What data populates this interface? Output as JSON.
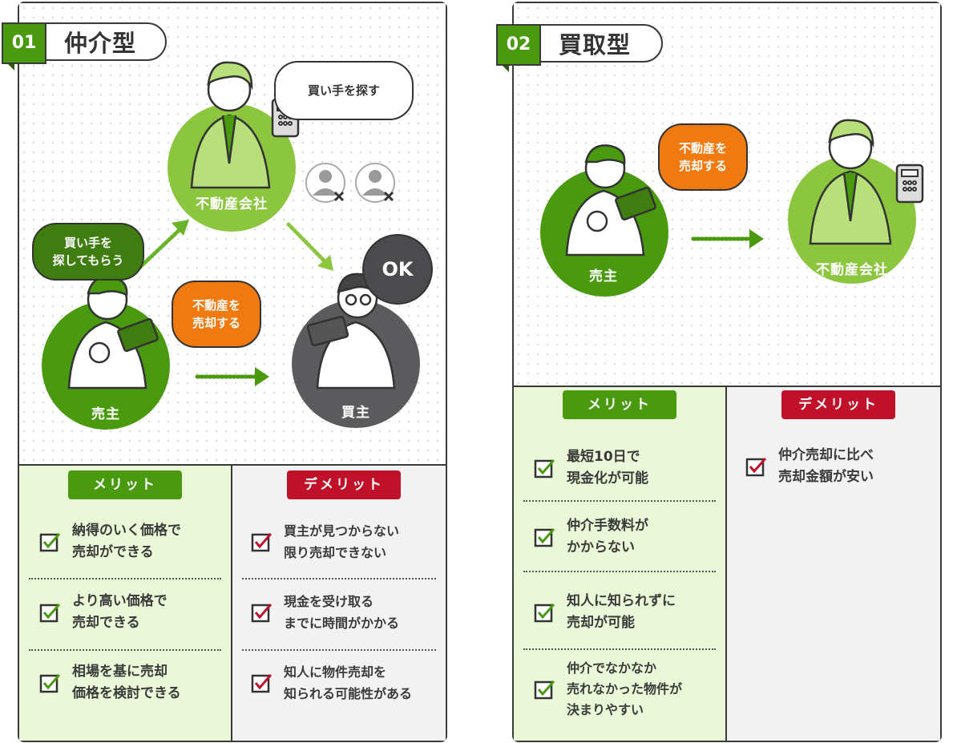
{
  "panel1": {
    "num": "01",
    "title": "仲介型",
    "bubble_search": "買い手を探す",
    "bubble_ask": "買い手を\n探してもらう",
    "bubble_sell": "不動産を\n売却する",
    "bubble_ok": "OK",
    "role_agency": "不動産会社",
    "role_seller": "売主",
    "role_buyer": "買主",
    "merit_label": "メリット",
    "demerit_label": "デメリット",
    "merits": [
      "納得のいく価格で\n売却ができる",
      "より高い価格で\n売却できる",
      "相場を基に売却\n価格を検討できる"
    ],
    "demerits": [
      "買主が見つからない\n限り売却できない",
      "現金を受け取る\nまでに時間がかかる",
      "知人に物件売却を\n知られる可能性がある"
    ]
  },
  "panel2": {
    "num": "02",
    "title": "買取型",
    "bubble_sell": "不動産を\n売却する",
    "role_seller": "売主",
    "role_agency": "不動産会社",
    "merit_label": "メリット",
    "demerit_label": "デメリット",
    "merits": [
      "最短10日で\n現金化が可能",
      "仲介手数料が\nかからない",
      "知人に知られずに\n売却が可能",
      "仲介でなかなか\n売れなかった物件が\n決まりやすい"
    ],
    "demerits": [
      "仲介売却に比べ\n売却金額が安い"
    ]
  },
  "colors": {
    "green_dark": "#4a9a10",
    "green_light": "#8cc63f",
    "orange": "#f07a10",
    "red": "#c0102a",
    "buyer_gray": "#5b5b5e"
  }
}
